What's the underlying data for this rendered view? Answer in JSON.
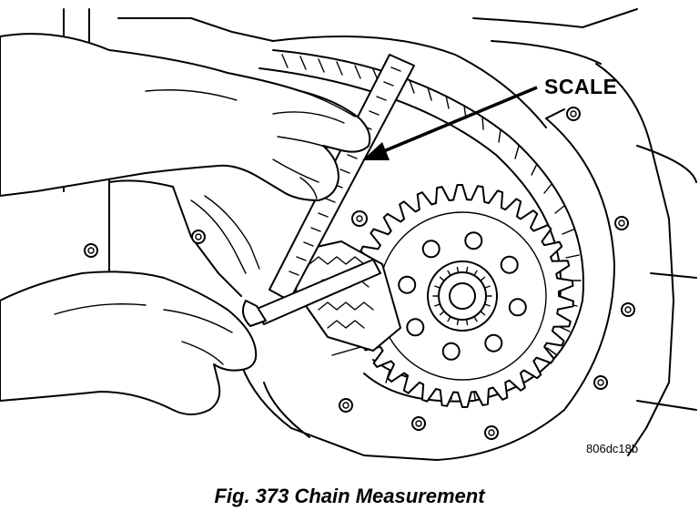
{
  "figure": {
    "callout_label": "SCALE",
    "figure_id": "806dc18b",
    "caption": "Fig. 373 Chain Measurement"
  }
}
